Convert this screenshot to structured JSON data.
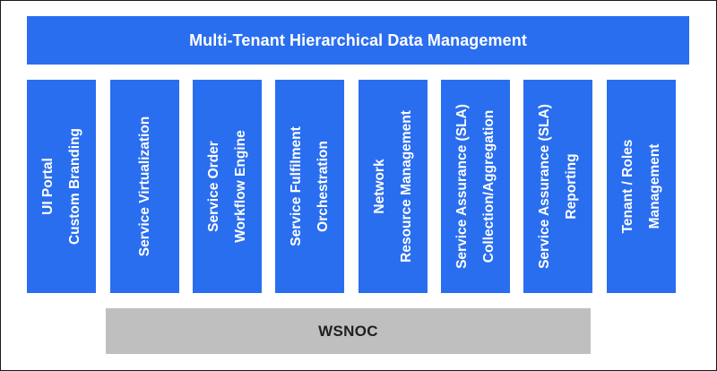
{
  "colors": {
    "primary_block": "#2a6ef0",
    "secondary_block": "#bfbfbf"
  },
  "header": {
    "title": "Multi-Tenant Hierarchical Data Management"
  },
  "columns": [
    {
      "lines": [
        "UI Portal",
        "Custom Branding"
      ]
    },
    {
      "lines": [
        "Service Virtualization"
      ]
    },
    {
      "lines": [
        "Service Order",
        "Workflow Engine"
      ]
    },
    {
      "lines": [
        "Service Fulfilment",
        "Orchestration"
      ]
    },
    {
      "lines": [
        "Network",
        "Resource Management"
      ]
    },
    {
      "lines": [
        "Service Assurance (SLA)",
        "Collection/Aggregation"
      ]
    },
    {
      "lines": [
        "Service Assurance (SLA)",
        "Reporting"
      ]
    },
    {
      "lines": [
        "Tenant / Roles",
        "Management"
      ]
    }
  ],
  "footer": {
    "label": "WSNOC"
  }
}
